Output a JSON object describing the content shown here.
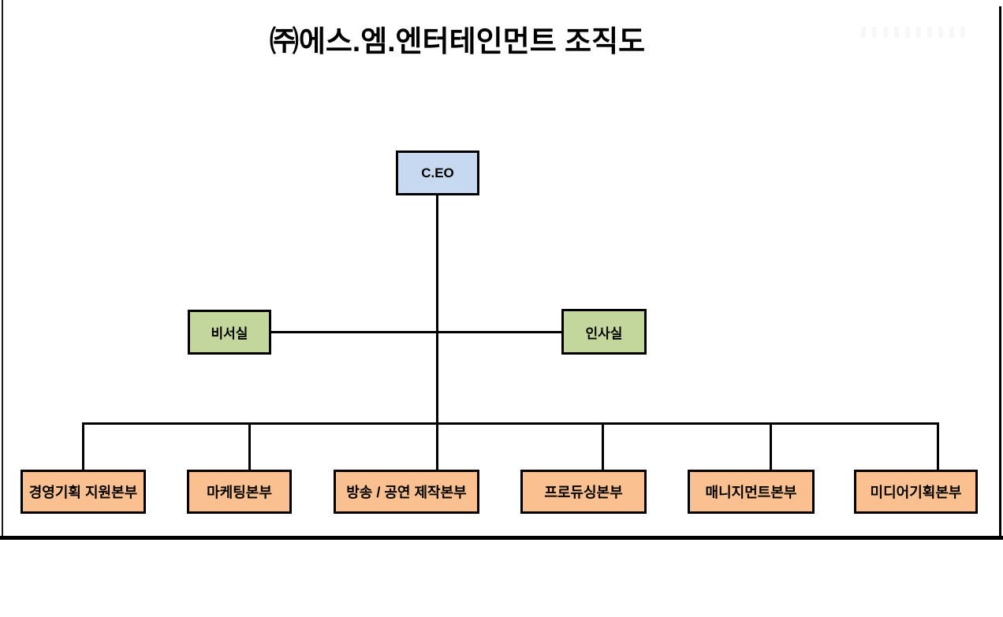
{
  "title": "㈜에스.엠.엔터테인먼트 조직도",
  "org": {
    "ceo": {
      "label": "C.EO"
    },
    "staff": [
      {
        "label": "비서실"
      },
      {
        "label": "인사실"
      }
    ],
    "divisions": [
      {
        "label": "경영기획 지원본부"
      },
      {
        "label": "마케팅본부"
      },
      {
        "label": "방송 / 공연 제작본부"
      },
      {
        "label": "프로듀싱본부"
      },
      {
        "label": "매니지먼트본부"
      },
      {
        "label": "미디어기획본부"
      }
    ]
  },
  "colors": {
    "ceo_fill": "#c6d9f0",
    "staff_fill": "#c3d69b",
    "division_fill": "#fac090",
    "line": "#000000",
    "background": "#ffffff"
  }
}
